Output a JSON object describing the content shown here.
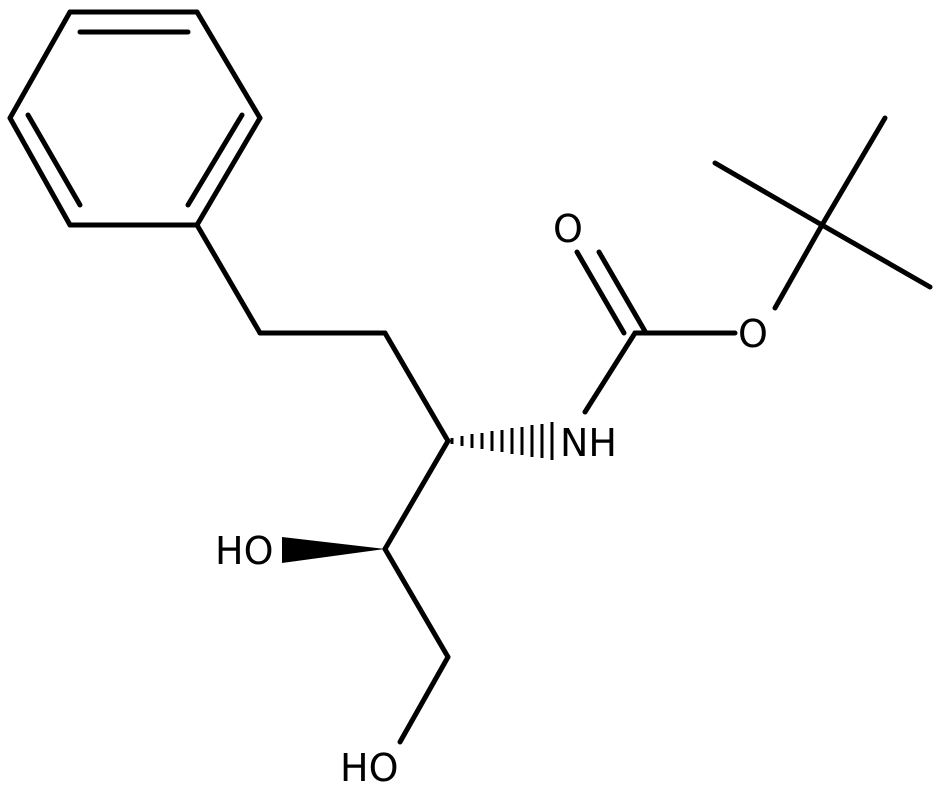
{
  "atoms": {
    "carbonyl_oxygen": "O",
    "ester_oxygen": "O",
    "amine": "NH",
    "hydroxyl_upper": "HO",
    "hydroxyl_lower": "HO"
  }
}
